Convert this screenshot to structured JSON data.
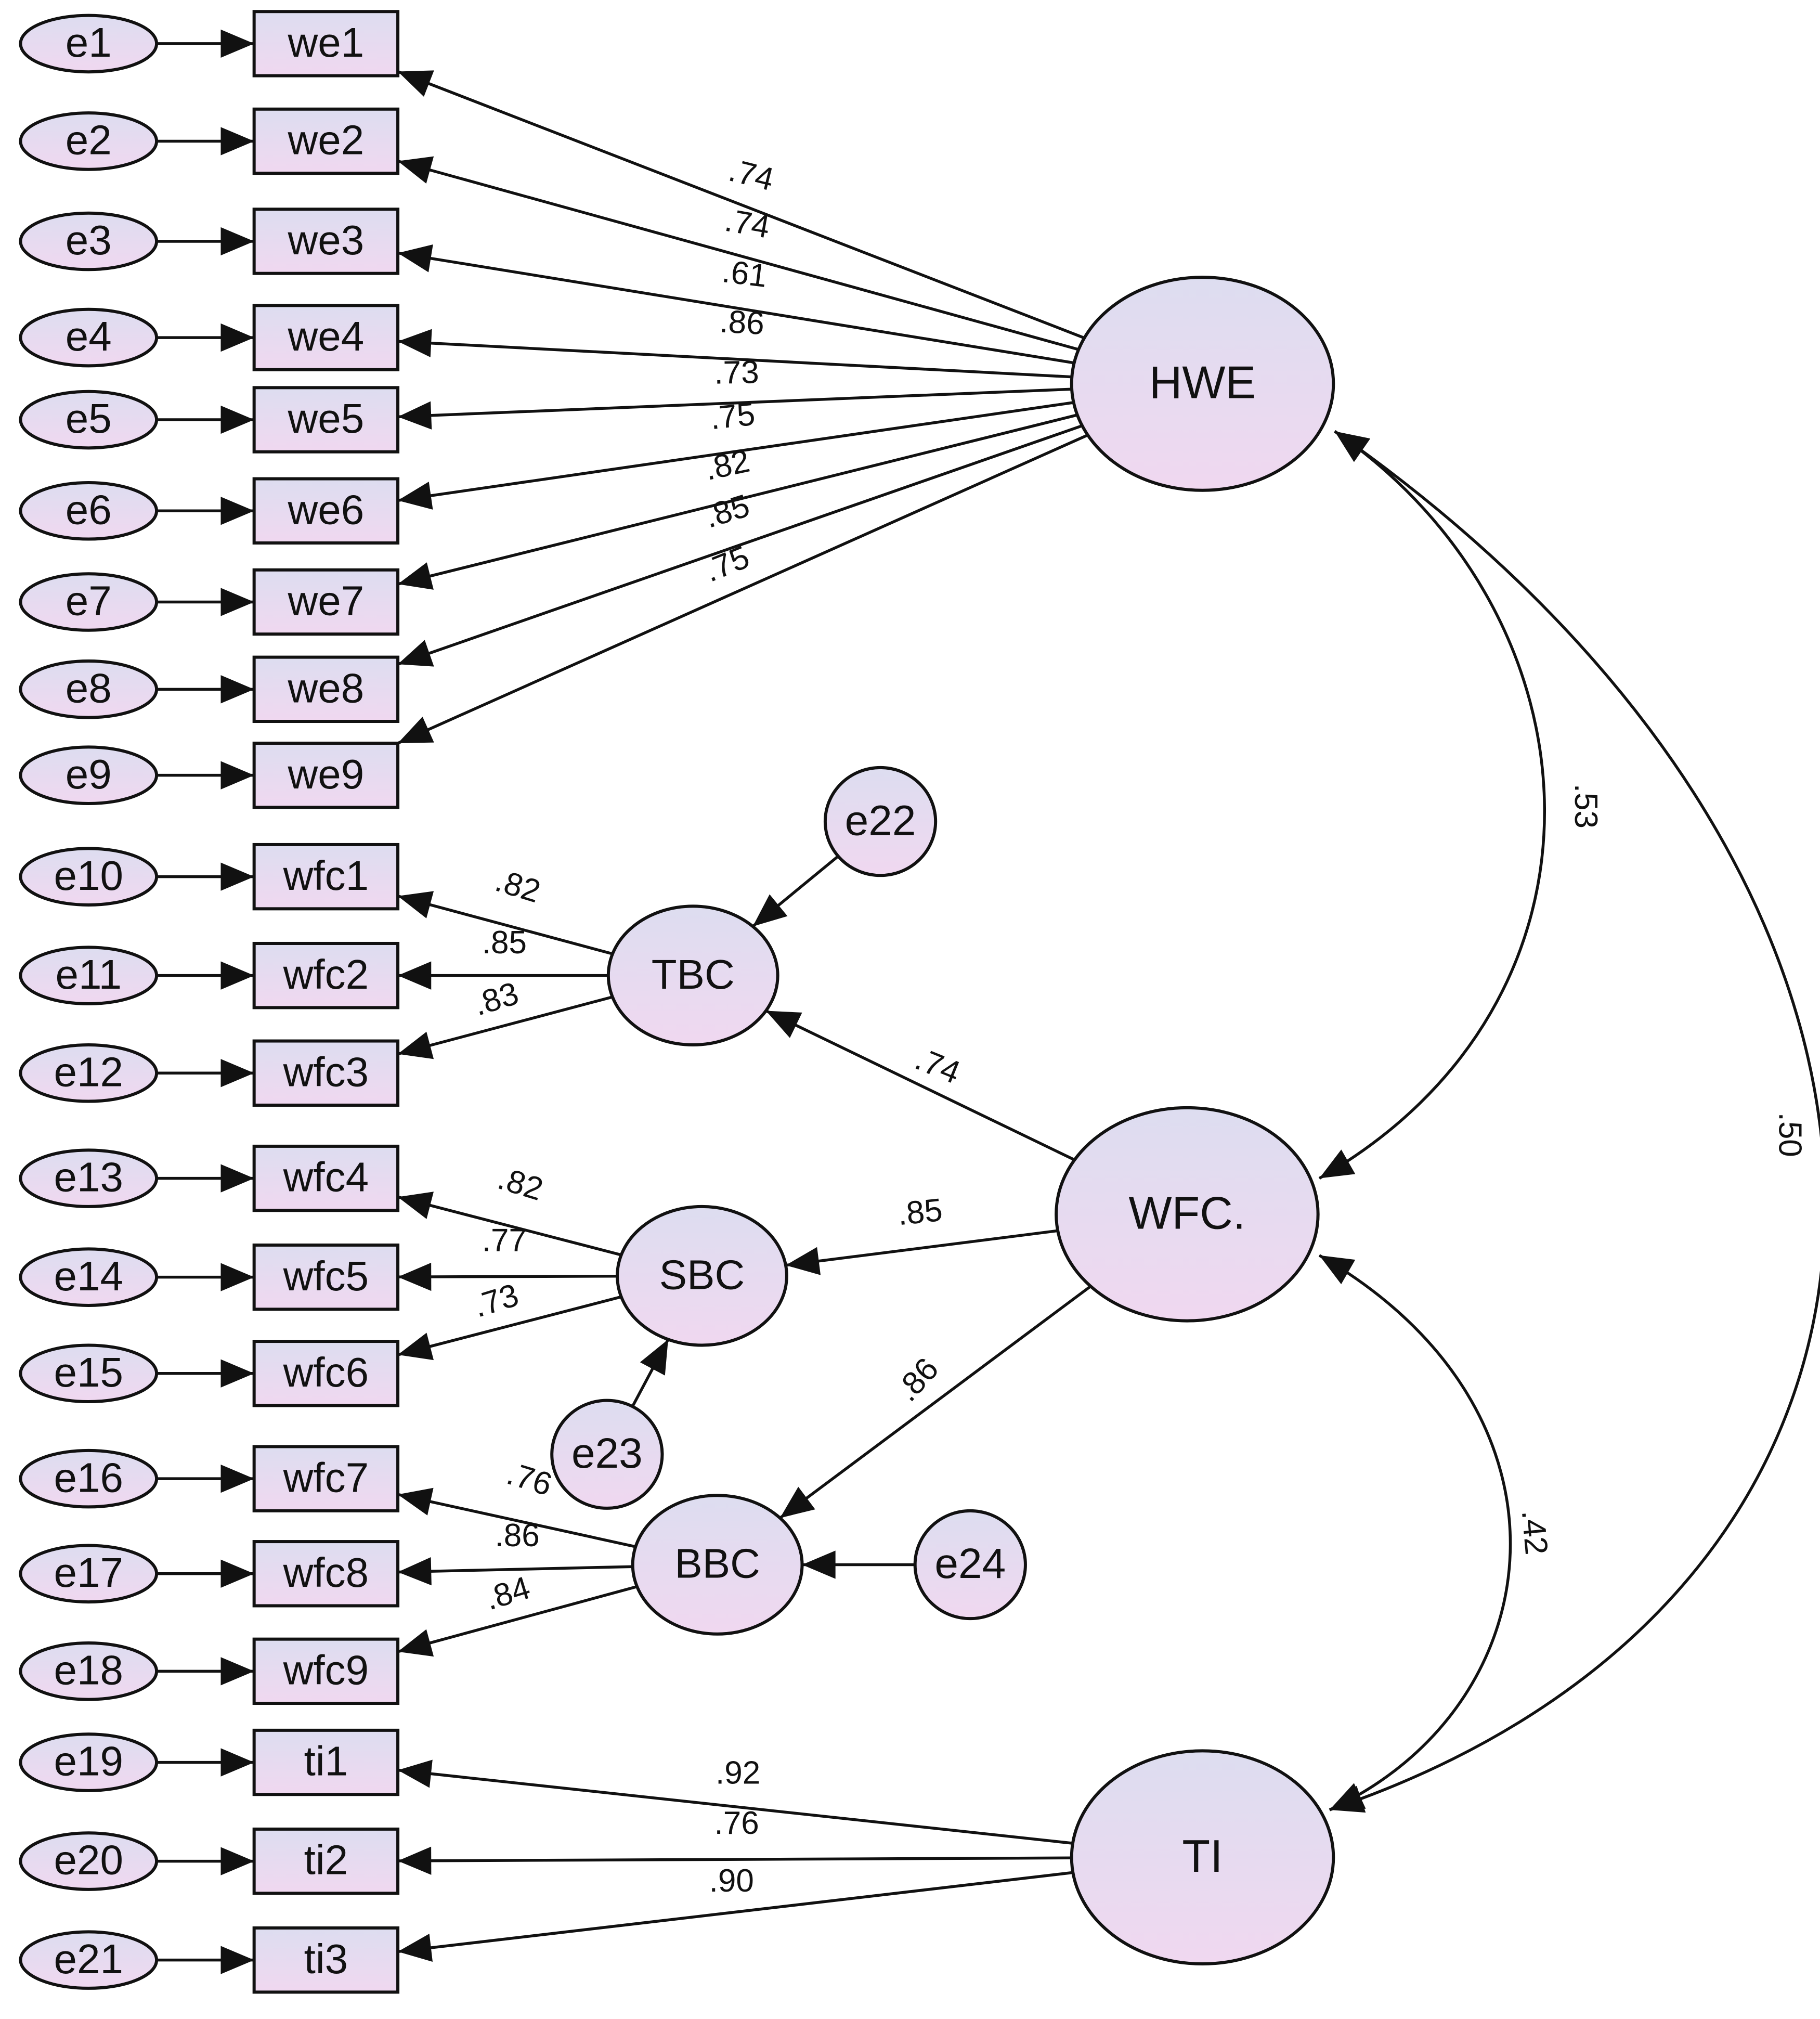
{
  "colors": {
    "fill_top": "#ddddf0",
    "fill_bottom": "#f0d8f0",
    "stroke": "#111111",
    "background": "#ffffff"
  },
  "nodes": [
    {
      "id": "e1",
      "label": "e1",
      "kind": "error"
    },
    {
      "id": "e2",
      "label": "e2",
      "kind": "error"
    },
    {
      "id": "e3",
      "label": "e3",
      "kind": "error"
    },
    {
      "id": "e4",
      "label": "e4",
      "kind": "error"
    },
    {
      "id": "e5",
      "label": "e5",
      "kind": "error"
    },
    {
      "id": "e6",
      "label": "e6",
      "kind": "error"
    },
    {
      "id": "e7",
      "label": "e7",
      "kind": "error"
    },
    {
      "id": "e8",
      "label": "e8",
      "kind": "error"
    },
    {
      "id": "e9",
      "label": "e9",
      "kind": "error"
    },
    {
      "id": "e10",
      "label": "e10",
      "kind": "error"
    },
    {
      "id": "e11",
      "label": "e11",
      "kind": "error"
    },
    {
      "id": "e12",
      "label": "e12",
      "kind": "error"
    },
    {
      "id": "e13",
      "label": "e13",
      "kind": "error"
    },
    {
      "id": "e14",
      "label": "e14",
      "kind": "error"
    },
    {
      "id": "e15",
      "label": "e15",
      "kind": "error"
    },
    {
      "id": "e16",
      "label": "e16",
      "kind": "error"
    },
    {
      "id": "e17",
      "label": "e17",
      "kind": "error"
    },
    {
      "id": "e18",
      "label": "e18",
      "kind": "error"
    },
    {
      "id": "e19",
      "label": "e19",
      "kind": "error"
    },
    {
      "id": "e20",
      "label": "e20",
      "kind": "error"
    },
    {
      "id": "e21",
      "label": "e21",
      "kind": "error"
    },
    {
      "id": "we1",
      "label": "we1",
      "kind": "observed"
    },
    {
      "id": "we2",
      "label": "we2",
      "kind": "observed"
    },
    {
      "id": "we3",
      "label": "we3",
      "kind": "observed"
    },
    {
      "id": "we4",
      "label": "we4",
      "kind": "observed"
    },
    {
      "id": "we5",
      "label": "we5",
      "kind": "observed"
    },
    {
      "id": "we6",
      "label": "we6",
      "kind": "observed"
    },
    {
      "id": "we7",
      "label": "we7",
      "kind": "observed"
    },
    {
      "id": "we8",
      "label": "we8",
      "kind": "observed"
    },
    {
      "id": "we9",
      "label": "we9",
      "kind": "observed"
    },
    {
      "id": "wfc1",
      "label": "wfc1",
      "kind": "observed"
    },
    {
      "id": "wfc2",
      "label": "wfc2",
      "kind": "observed"
    },
    {
      "id": "wfc3",
      "label": "wfc3",
      "kind": "observed"
    },
    {
      "id": "wfc4",
      "label": "wfc4",
      "kind": "observed"
    },
    {
      "id": "wfc5",
      "label": "wfc5",
      "kind": "observed"
    },
    {
      "id": "wfc6",
      "label": "wfc6",
      "kind": "observed"
    },
    {
      "id": "wfc7",
      "label": "wfc7",
      "kind": "observed"
    },
    {
      "id": "wfc8",
      "label": "wfc8",
      "kind": "observed"
    },
    {
      "id": "wfc9",
      "label": "wfc9",
      "kind": "observed"
    },
    {
      "id": "ti1",
      "label": "ti1",
      "kind": "observed"
    },
    {
      "id": "ti2",
      "label": "ti2",
      "kind": "observed"
    },
    {
      "id": "ti3",
      "label": "ti3",
      "kind": "observed"
    },
    {
      "id": "HWE",
      "label": "HWE",
      "kind": "latent"
    },
    {
      "id": "WFC",
      "label": "WFC.",
      "kind": "latent"
    },
    {
      "id": "TI",
      "label": "TI",
      "kind": "latent"
    },
    {
      "id": "TBC",
      "label": "TBC",
      "kind": "latent"
    },
    {
      "id": "SBC",
      "label": "SBC",
      "kind": "latent"
    },
    {
      "id": "BBC",
      "label": "BBC",
      "kind": "latent"
    },
    {
      "id": "e22",
      "label": "e22",
      "kind": "disturbance"
    },
    {
      "id": "e23",
      "label": "e23",
      "kind": "disturbance"
    },
    {
      "id": "e24",
      "label": "e24",
      "kind": "disturbance"
    }
  ],
  "edges": [
    {
      "from": "e1",
      "to": "we1",
      "type": "path",
      "label": ""
    },
    {
      "from": "e2",
      "to": "we2",
      "type": "path",
      "label": ""
    },
    {
      "from": "e3",
      "to": "we3",
      "type": "path",
      "label": ""
    },
    {
      "from": "e4",
      "to": "we4",
      "type": "path",
      "label": ""
    },
    {
      "from": "e5",
      "to": "we5",
      "type": "path",
      "label": ""
    },
    {
      "from": "e6",
      "to": "we6",
      "type": "path",
      "label": ""
    },
    {
      "from": "e7",
      "to": "we7",
      "type": "path",
      "label": ""
    },
    {
      "from": "e8",
      "to": "we8",
      "type": "path",
      "label": ""
    },
    {
      "from": "e9",
      "to": "we9",
      "type": "path",
      "label": ""
    },
    {
      "from": "e10",
      "to": "wfc1",
      "type": "path",
      "label": ""
    },
    {
      "from": "e11",
      "to": "wfc2",
      "type": "path",
      "label": ""
    },
    {
      "from": "e12",
      "to": "wfc3",
      "type": "path",
      "label": ""
    },
    {
      "from": "e13",
      "to": "wfc4",
      "type": "path",
      "label": ""
    },
    {
      "from": "e14",
      "to": "wfc5",
      "type": "path",
      "label": ""
    },
    {
      "from": "e15",
      "to": "wfc6",
      "type": "path",
      "label": ""
    },
    {
      "from": "e16",
      "to": "wfc7",
      "type": "path",
      "label": ""
    },
    {
      "from": "e17",
      "to": "wfc8",
      "type": "path",
      "label": ""
    },
    {
      "from": "e18",
      "to": "wfc9",
      "type": "path",
      "label": ""
    },
    {
      "from": "e19",
      "to": "ti1",
      "type": "path",
      "label": ""
    },
    {
      "from": "e20",
      "to": "ti2",
      "type": "path",
      "label": ""
    },
    {
      "from": "e21",
      "to": "ti3",
      "type": "path",
      "label": ""
    },
    {
      "from": "HWE",
      "to": "we1",
      "type": "path",
      "label": ".74"
    },
    {
      "from": "HWE",
      "to": "we2",
      "type": "path",
      "label": ".74"
    },
    {
      "from": "HWE",
      "to": "we3",
      "type": "path",
      "label": ".61"
    },
    {
      "from": "HWE",
      "to": "we4",
      "type": "path",
      "label": ".86"
    },
    {
      "from": "HWE",
      "to": "we5",
      "type": "path",
      "label": ".73"
    },
    {
      "from": "HWE",
      "to": "we6",
      "type": "path",
      "label": ".75"
    },
    {
      "from": "HWE",
      "to": "we7",
      "type": "path",
      "label": ".82"
    },
    {
      "from": "HWE",
      "to": "we8",
      "type": "path",
      "label": ".85"
    },
    {
      "from": "HWE",
      "to": "we9",
      "type": "path",
      "label": ".75"
    },
    {
      "from": "TBC",
      "to": "wfc1",
      "type": "path",
      "label": ".82"
    },
    {
      "from": "TBC",
      "to": "wfc2",
      "type": "path",
      "label": ".85"
    },
    {
      "from": "TBC",
      "to": "wfc3",
      "type": "path",
      "label": ".83"
    },
    {
      "from": "SBC",
      "to": "wfc4",
      "type": "path",
      "label": ".82"
    },
    {
      "from": "SBC",
      "to": "wfc5",
      "type": "path",
      "label": ".77"
    },
    {
      "from": "SBC",
      "to": "wfc6",
      "type": "path",
      "label": ".73"
    },
    {
      "from": "BBC",
      "to": "wfc7",
      "type": "path",
      "label": ".76"
    },
    {
      "from": "BBC",
      "to": "wfc8",
      "type": "path",
      "label": ".86"
    },
    {
      "from": "BBC",
      "to": "wfc9",
      "type": "path",
      "label": ".84"
    },
    {
      "from": "TI",
      "to": "ti1",
      "type": "path",
      "label": ".92"
    },
    {
      "from": "TI",
      "to": "ti2",
      "type": "path",
      "label": ".76"
    },
    {
      "from": "TI",
      "to": "ti3",
      "type": "path",
      "label": ".90"
    },
    {
      "from": "WFC",
      "to": "TBC",
      "type": "path",
      "label": ".74"
    },
    {
      "from": "WFC",
      "to": "SBC",
      "type": "path",
      "label": ".85"
    },
    {
      "from": "WFC",
      "to": "BBC",
      "type": "path",
      "label": ".86"
    },
    {
      "from": "e22",
      "to": "TBC",
      "type": "path",
      "label": ""
    },
    {
      "from": "e23",
      "to": "SBC",
      "type": "path",
      "label": ""
    },
    {
      "from": "e24",
      "to": "BBC",
      "type": "path",
      "label": ""
    },
    {
      "from": "HWE",
      "to": "WFC",
      "type": "covariance",
      "label": ".53"
    },
    {
      "from": "WFC",
      "to": "TI",
      "type": "covariance",
      "label": ".42"
    },
    {
      "from": "HWE",
      "to": "TI",
      "type": "covariance",
      "label": ".50"
    }
  ]
}
